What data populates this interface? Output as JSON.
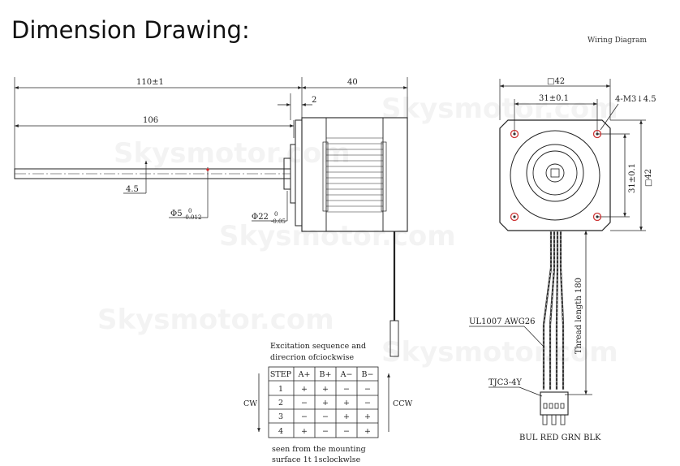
{
  "heading": "Dimension Drawing:",
  "wiring_diagram_title": "Wiring Diagram",
  "watermark": "Skysmotor.com",
  "side_view": {
    "overall_length": "110±1",
    "body_length": "40",
    "flange_thickness": "2",
    "shaft_length": "106",
    "shaft_flat": "4.5",
    "shaft_dia": "Φ5",
    "shaft_dia_tol_upper": "0",
    "shaft_dia_tol_lower": "-0.012",
    "boss_dia": "Φ22",
    "boss_dia_tol_upper": "0",
    "boss_dia_tol_lower": "-0.05"
  },
  "front_view": {
    "frame_size_top": "□42",
    "frame_size_side": "□42",
    "hole_spacing_h": "31±0.1",
    "hole_spacing_v": "31±0.1",
    "mount_holes": "4-M3↓4.5",
    "cable_type": "UL1007 AWG26",
    "lead_length": "Thread length 180",
    "connector": "TJC3-4Y",
    "wire_colors": "BUL RED GRN BLK"
  },
  "table": {
    "caption_line1": "Excitation sequence and",
    "caption_line2": "direcrion ofciockwise",
    "headers": [
      "STEP",
      "A+",
      "B+",
      "A−",
      "B−"
    ],
    "rows": [
      [
        "1",
        "+",
        "+",
        "−",
        "−"
      ],
      [
        "2",
        "−",
        "+",
        "+",
        "−"
      ],
      [
        "3",
        "−",
        "−",
        "+",
        "+"
      ],
      [
        "4",
        "+",
        "−",
        "−",
        "+"
      ]
    ],
    "cw_label": "CW",
    "ccw_label": "CCW",
    "footer_line1": "seen from the mounting",
    "footer_line2": "surface 1t 1sclockwlse"
  }
}
